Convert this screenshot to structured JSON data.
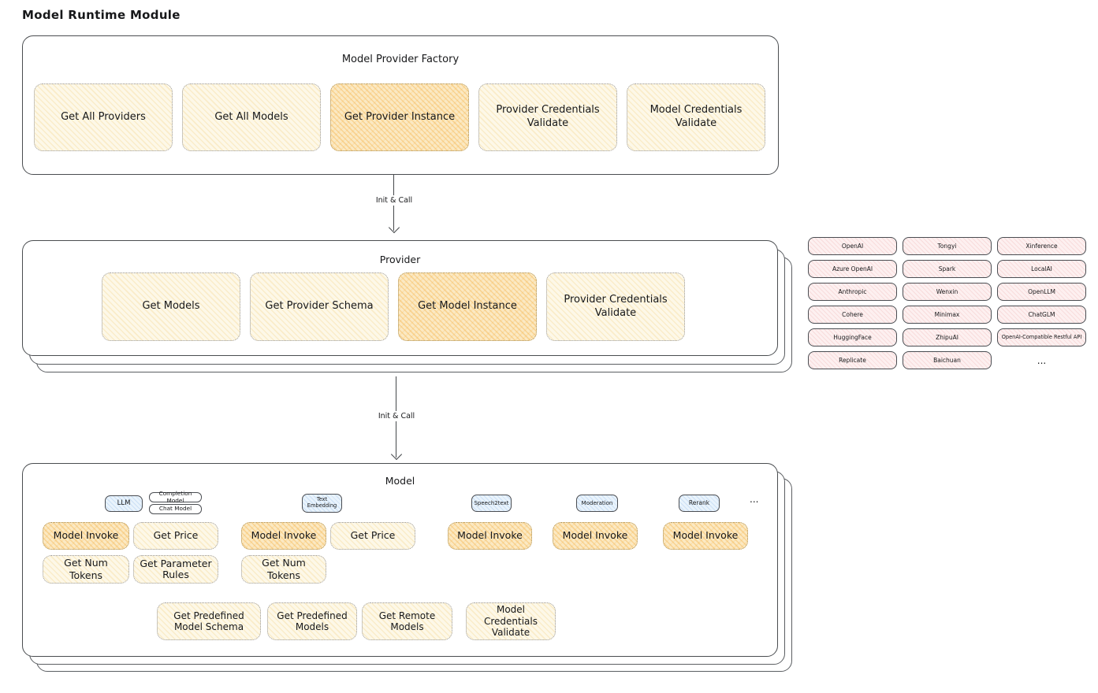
{
  "title": "Model Runtime Module",
  "factory": {
    "title": "Model Provider Factory",
    "buttons": [
      "Get All Providers",
      "Get All Models",
      "Get Provider Instance",
      "Provider Credentials Validate",
      "Model Credentials Validate"
    ]
  },
  "arrow1": {
    "label": "Init & Call"
  },
  "arrow2": {
    "label": "Init & Call"
  },
  "provider": {
    "title": "Provider",
    "buttons": [
      "Get Models",
      "Get Provider Schema",
      "Get Model Instance",
      "Provider Credentials Validate"
    ]
  },
  "providers": {
    "rows": [
      [
        "OpenAI",
        "Tongyi",
        "Xinference"
      ],
      [
        "Azure OpenAI",
        "Spark",
        "LocalAI"
      ],
      [
        "Anthropic",
        "Wenxin",
        "OpenLLM"
      ],
      [
        "Cohere",
        "Minimax",
        "ChatGLM"
      ],
      [
        "HuggingFace",
        "ZhipuAI",
        "OpenAI-Compatible Restful API"
      ],
      [
        "Replicate",
        "Baichuan",
        "..."
      ]
    ]
  },
  "model": {
    "title": "Model",
    "more": "...",
    "groups": [
      {
        "tab": "LLM",
        "subtabs": [
          "Completion Model",
          "Chat Model"
        ],
        "buttons": [
          "Model Invoke",
          "Get Price",
          "Get Num Tokens",
          "Get Parameter Rules"
        ]
      },
      {
        "tab": "Text Embedding",
        "buttons": [
          "Model Invoke",
          "Get Price",
          "Get Num Tokens"
        ]
      },
      {
        "tab": "Speech2text",
        "buttons": [
          "Model Invoke"
        ]
      },
      {
        "tab": "Moderation",
        "buttons": [
          "Model Invoke"
        ]
      },
      {
        "tab": "Rerank",
        "buttons": [
          "Model Invoke"
        ]
      }
    ],
    "bottom_buttons": [
      "Get Predefined Model Schema",
      "Get Predefined Models",
      "Get Remote Models",
      "Model Credentials Validate"
    ]
  },
  "colors": {
    "highlight_fill": "#fbe9c3",
    "node_fill": "#fdf8e8",
    "provider_chip_fill": "#fdf0f0",
    "tab_fill": "#e9f3fc",
    "outline": "#4a4d50"
  }
}
